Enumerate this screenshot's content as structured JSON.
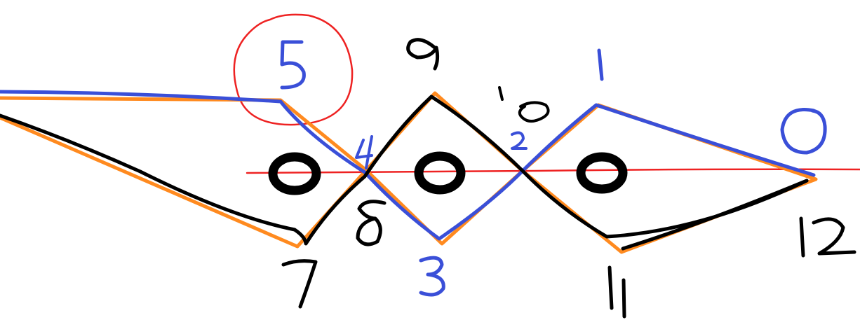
{
  "diagram": {
    "labels": {
      "five": "5",
      "nine": "9",
      "ten": "10",
      "one": "1",
      "zero": "0",
      "four": "4",
      "two": "2",
      "eight": "8",
      "seven": "7",
      "three": "3",
      "eleven": "11",
      "twelve": "12"
    },
    "colors": {
      "orange_path": "#ff8a1f",
      "blue_path": "#3a4fd8",
      "black_path": "#000000",
      "red_guides": "#ee2222",
      "pins": "#000000"
    },
    "marks": {
      "pins": 3,
      "highlighted_label": "5"
    }
  }
}
